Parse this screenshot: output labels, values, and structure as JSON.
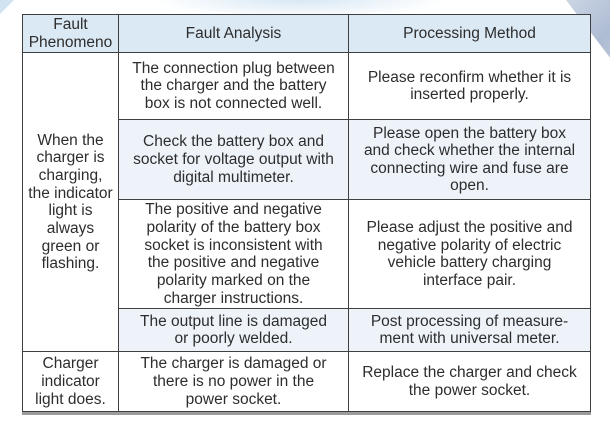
{
  "page": {
    "background_color": "#ffffff"
  },
  "decor": {
    "corner_band": "top-right diagonal band",
    "corner_band_color": "#aebcd3",
    "corner_sliver": "top-left diagonal sliver",
    "corner_sliver_color": "#cfe3f2",
    "top_glow_color": "#cee2f2"
  },
  "table": {
    "border_color": "#3f3f3f",
    "header_bg_color": "#dbe9f5",
    "tint_row_bg_color": "#eef3fa",
    "headers": {
      "phenomenon": "Fault\nPhenomeno",
      "analysis": "Fault Analysis",
      "method": "Processing Method"
    },
    "groups": [
      {
        "phenomenon": "When the\ncharger is\ncharging,\nthe indicator\nlight is\nalways\ngreen or\nflashing.",
        "rows": [
          {
            "analysis": "The connection plug between\nthe charger and the battery\nbox is not connected well.",
            "method": "Please reconfirm whether it is\ninserted properly."
          },
          {
            "analysis": "Check the battery box and\nsocket for voltage output with\ndigital multimeter.",
            "method": "Please open the battery box\nand check whether the internal\nconnecting wire and fuse are\nopen."
          },
          {
            "analysis": "The positive and negative\npolarity of the battery box\nsocket is inconsistent with\nthe positive and negative\npolarity marked on the\ncharger instructions.",
            "method": "Please adjust the positive and\nnegative polarity of electric\nvehicle battery charging\ninterface pair."
          },
          {
            "analysis": "The output line is damaged\nor poorly welded.",
            "method": "Post processing of measure-\nment with universal meter."
          }
        ]
      },
      {
        "phenomenon": "Charger\nindicator\nlight does.",
        "rows": [
          {
            "analysis": "The charger is damaged or\nthere is no power in the\npower socket.",
            "method": "Replace the charger and check\nthe power socket."
          }
        ]
      }
    ]
  }
}
